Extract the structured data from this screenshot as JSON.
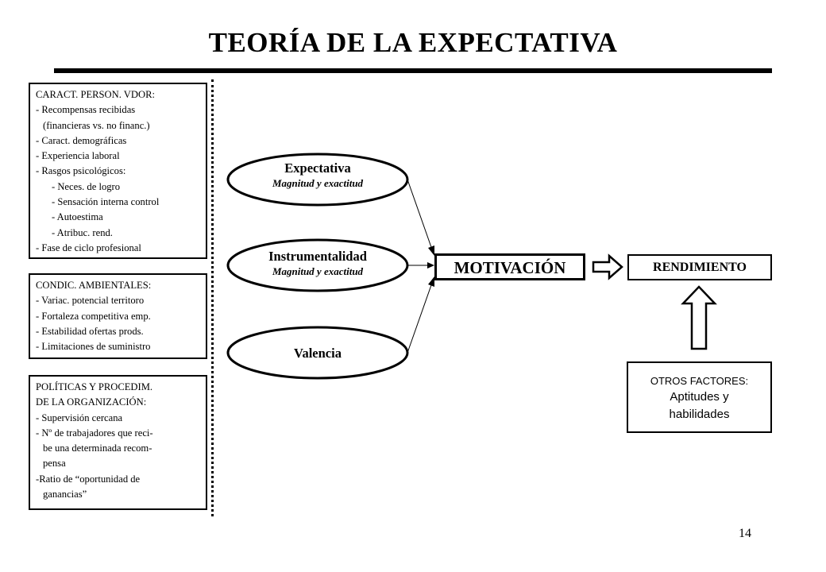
{
  "title": "TEORÍA DE LA EXPECTATIVA",
  "left_boxes": [
    {
      "lines": [
        {
          "text": "CARACT. PERSON. VDOR:",
          "indent": 0
        },
        {
          "text": "- Recompensas recibidas",
          "indent": 0
        },
        {
          "text": "(financieras vs. no financ.)",
          "indent": 1
        },
        {
          "text": "- Caract. demográficas",
          "indent": 0
        },
        {
          "text": "- Experiencia laboral",
          "indent": 0
        },
        {
          "text": "- Rasgos psicológicos:",
          "indent": 0
        },
        {
          "text": "- Neces. de logro",
          "indent": 2
        },
        {
          "text": "- Sensación interna control",
          "indent": 2
        },
        {
          "text": "- Autoestima",
          "indent": 2
        },
        {
          "text": "- Atribuc. rend.",
          "indent": 2
        },
        {
          "text": "- Fase de ciclo profesional",
          "indent": 0
        }
      ]
    },
    {
      "lines": [
        {
          "text": "CONDIC. AMBIENTALES:",
          "indent": 0
        },
        {
          "text": "- Variac. potencial territoro",
          "indent": 0
        },
        {
          "text": "- Fortaleza competitiva emp.",
          "indent": 0
        },
        {
          "text": "- Estabilidad ofertas prods.",
          "indent": 0
        },
        {
          "text": "- Limitaciones de suministro",
          "indent": 0
        }
      ]
    },
    {
      "lines": [
        {
          "text": "POLÍTICAS Y PROCEDIM.",
          "indent": 0
        },
        {
          "text": "DE LA ORGANIZACIÓN:",
          "indent": 0
        },
        {
          "text": "- Supervisión cercana",
          "indent": 0
        },
        {
          "text": "- Nº de trabajadores que reci-",
          "indent": 0
        },
        {
          "text": "be una determinada recom-",
          "indent": 1
        },
        {
          "text": "pensa",
          "indent": 1
        },
        {
          "text": "-Ratio de “oportunidad de",
          "indent": 0
        },
        {
          "text": "ganancias”",
          "indent": 1
        }
      ]
    }
  ],
  "ellipses": [
    {
      "title": "Expectativa",
      "subtitle": "Magnitud y exactitud"
    },
    {
      "title": "Instrumentalidad",
      "subtitle": "Magnitud y exactitud"
    },
    {
      "title": "Valencia",
      "subtitle": ""
    }
  ],
  "motivation": "MOTIVACIÓN",
  "performance": "RENDIMIENTO",
  "other_factors": {
    "heading": "OTROS FACTORES:",
    "body_line1": "Aptitudes y",
    "body_line2": "habilidades"
  },
  "page_number": "14"
}
